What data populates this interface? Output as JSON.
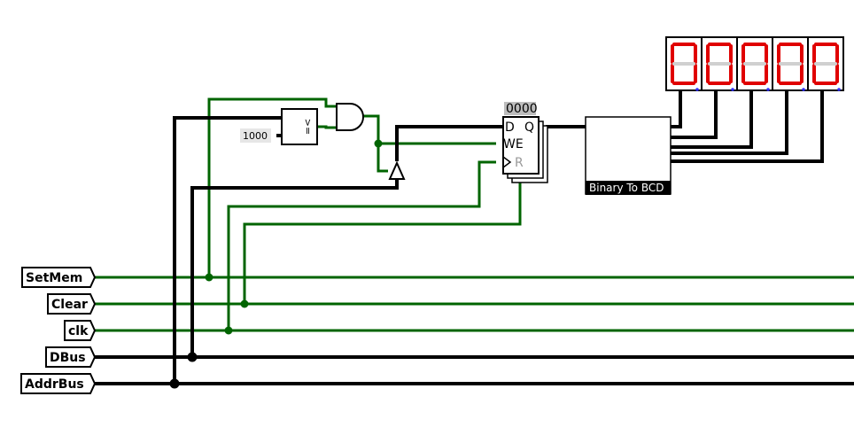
{
  "inputs": [
    {
      "label": "SetMem",
      "type": "bit"
    },
    {
      "label": "Clear",
      "type": "bit"
    },
    {
      "label": "clk",
      "type": "bit"
    },
    {
      "label": "DBus",
      "type": "bus"
    },
    {
      "label": "AddrBus",
      "type": "bus"
    }
  ],
  "comparator": {
    "constant": "1000",
    "symbol": ">="
  },
  "register": {
    "value": "0000",
    "d_label": "D",
    "q_label": "Q",
    "we_label": "WE",
    "r_label": "R"
  },
  "bcd": {
    "label": "Binary To BCD"
  },
  "display": {
    "digits": [
      "0",
      "0",
      "0",
      "0",
      "0"
    ],
    "segment_color": "#e00000",
    "off_color": "#d0d0d0"
  },
  "colors": {
    "wire_bit": "#006400",
    "wire_bus": "#000000"
  }
}
